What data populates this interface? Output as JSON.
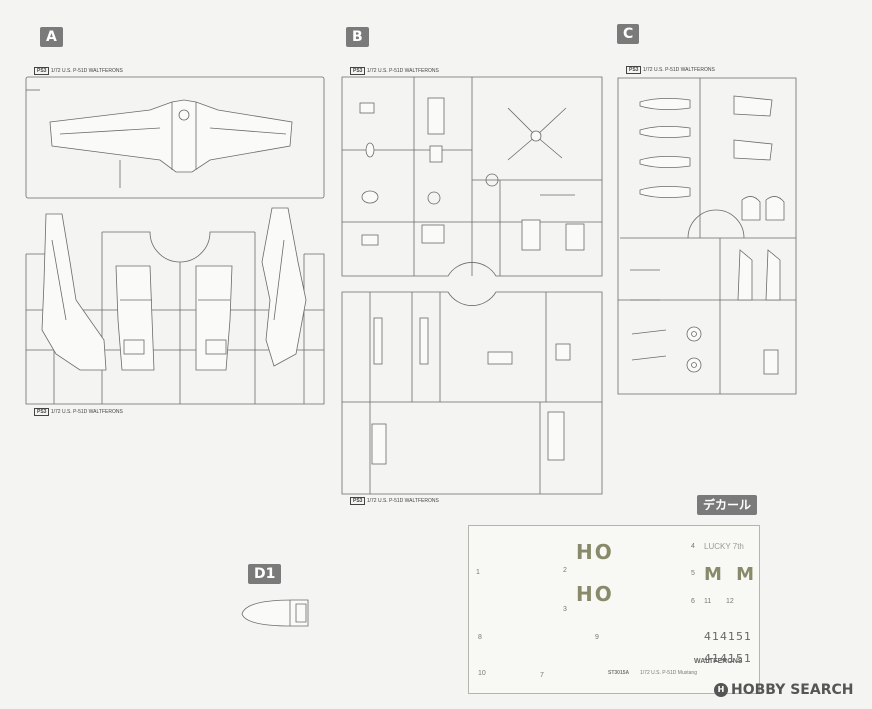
{
  "sprue_labels": {
    "a": "A",
    "b": "B",
    "c": "C",
    "d1": "D1",
    "decal": "デカール"
  },
  "sprue_tags": {
    "part_code": "PS3",
    "scale_line": "1/72 U.S. P-51D",
    "brand_line": "WALTFERONS"
  },
  "decal_sheet": {
    "code_ho_1": "HO",
    "code_ho_2": "HO",
    "code_mm": "M M",
    "serial_1": "414151",
    "serial_2": "414151",
    "nose_text": "LUCKY 7th",
    "footer_code": "ST3015A",
    "footer_title": "1/72 U.S. P-51D Mustang",
    "footer_brand": "WALTFERONS",
    "numbers": [
      "1",
      "2",
      "3",
      "4",
      "5",
      "6",
      "7",
      "8",
      "9",
      "10",
      "11",
      "12"
    ]
  },
  "watermark": {
    "brand": "HOBBY SEARCH",
    "icon_label": "H"
  },
  "colors": {
    "line": "#6b6b6b",
    "badge": "#7a7a7a",
    "decal_olive": "#888a6a"
  }
}
